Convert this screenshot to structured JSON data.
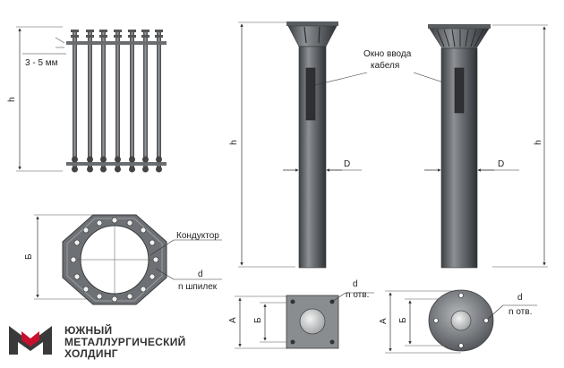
{
  "labels": {
    "gap": "3 - 5 мм",
    "h_left": "h",
    "h_middle": "h",
    "h_right": "h",
    "diameter_1": "D",
    "diameter_2": "D",
    "cable_window_1": "Окно ввода",
    "cable_window_2": "кабеля",
    "conductor": "Кондуктор",
    "d_1": "d",
    "n_studs": "n шпилек",
    "b_ring": "Б",
    "a_square": "А",
    "b_square": "Б",
    "d_2": "d",
    "n_holes_1": "n отв.",
    "a_round": "А",
    "b_round": "Б",
    "d_3": "d",
    "n_holes_2": "n отв."
  },
  "logo": {
    "line1": "ЮЖНЫЙ",
    "line2": "МЕТАЛЛУРГИЧЕСКИЙ",
    "line3": "ХОЛДИНГ",
    "colors": {
      "dark": "#3a3a3a",
      "red": "#c8102e"
    }
  },
  "colors": {
    "steel_dark": "#4a4d50",
    "steel_mid": "#8a8d90",
    "steel_light": "#c9cbcd",
    "line": "#333333"
  }
}
